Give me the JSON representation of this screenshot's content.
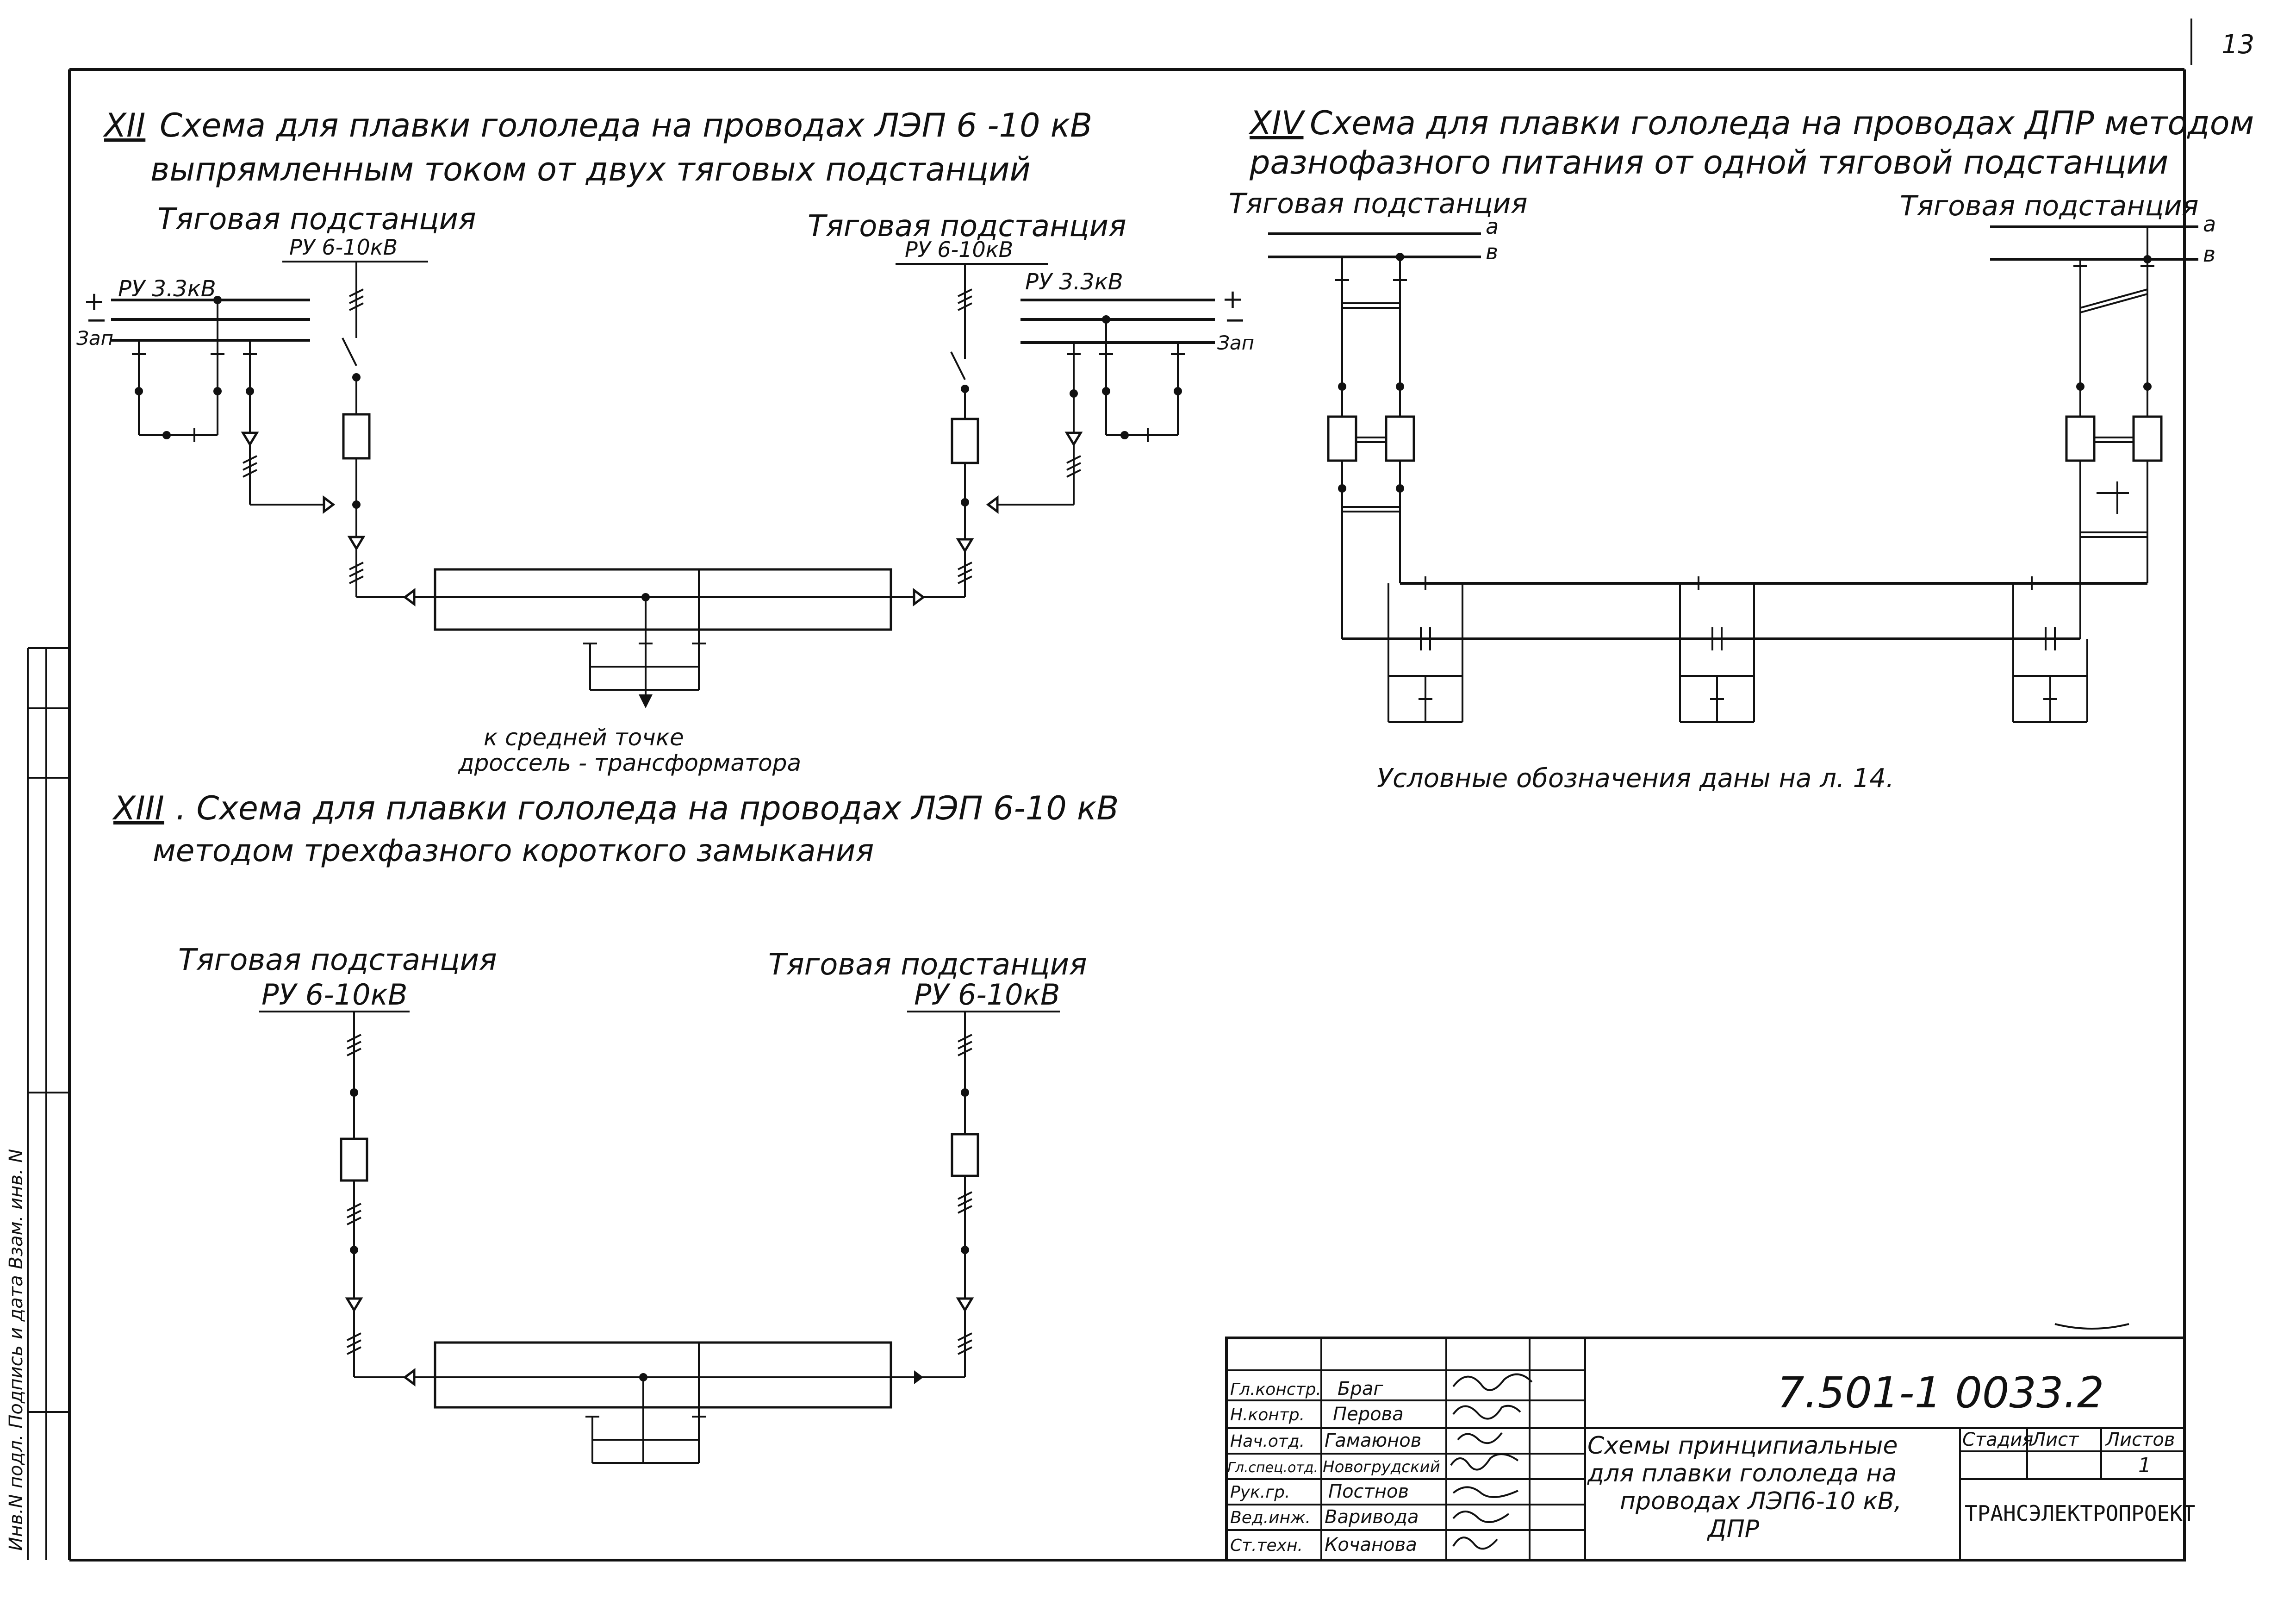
{
  "page_number": "13",
  "schemes": {
    "xii": {
      "numeral": "XII",
      "title_line1": "Схема для плавки гололеда на проводах ЛЭП 6 -10 кВ",
      "title_line2": "выпрямленным током от двух тяговых подстанций",
      "left_substation": "Тяговая подстанция",
      "right_substation": "Тяговая подстанция",
      "left_ru_hv": "РУ 6-10кВ",
      "right_ru_hv": "РУ 6-10кВ",
      "left_ru_lv": "РУ 3.3кВ",
      "right_ru_lv": "РУ 3.3кВ",
      "plus": "+",
      "minus": "−",
      "spare": "Зап",
      "note_line1": "к средней точке",
      "note_line2": "дроссель - трансформатора"
    },
    "xiii": {
      "numeral": "XIII",
      "title_line1": ". Схема для плавки гололеда на проводах ЛЭП 6-10 кВ",
      "title_line2": "методом трехфазного короткого замыкания",
      "left_substation": "Тяговая подстанция",
      "right_substation": "Тяговая подстанция",
      "left_ru": "РУ 6-10кВ",
      "right_ru": "РУ 6-10кВ"
    },
    "xiv": {
      "numeral": "XIV",
      "title_line1": "Схема для плавки гололеда на проводах ДПР методом",
      "title_line2": "разнофазного питания от одной тяговой подстанции",
      "left_substation": "Тяговая подстанция",
      "right_substation": "Тяговая подстанция",
      "phase_a": "а",
      "phase_b": "в",
      "legend_note": "Условные обозначения даны на л. 14."
    }
  },
  "side_stamp": "Инв.N подл. Подпись и дата Взам. инв. N",
  "title_block": {
    "document_code": "7.501-1 0033.2",
    "roles": [
      {
        "role": "Гл.констр.",
        "name": "Браг"
      },
      {
        "role": "Н.контр.",
        "name": "Перова"
      },
      {
        "role": "Нач.отд.",
        "name": "Гамаюнов"
      },
      {
        "role": "Гл.спец.отд.",
        "name": "Новогрудский"
      },
      {
        "role": "Рук.гр.",
        "name": "Постнов"
      },
      {
        "role": "Вед.инж.",
        "name": "Варивода"
      },
      {
        "role": "Ст.техн.",
        "name": "Кочанова"
      }
    ],
    "description_line1": "Схемы принципиальные",
    "description_line2": "для плавки гололеда на",
    "description_line3": "проводах ЛЭП6-10 кВ,",
    "description_line4": "ДПР",
    "stage_header": "Стадия",
    "sheet_header": "Лист",
    "sheets_header": "Листов",
    "sheets_value": "1",
    "organization": "ТРАНСЭЛЕКТРОПРОЕКТ"
  }
}
